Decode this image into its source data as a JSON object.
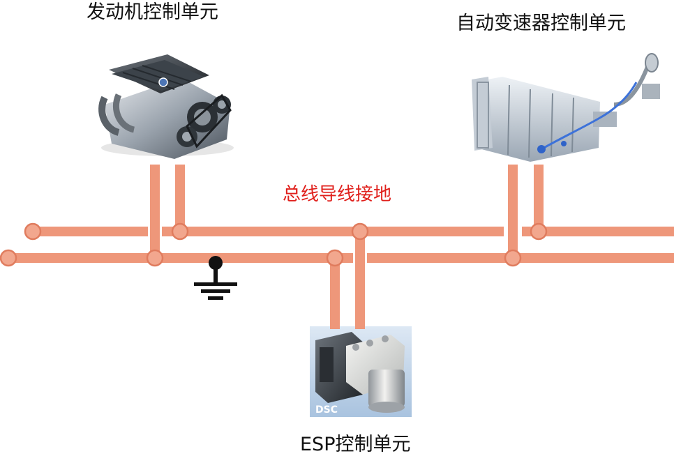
{
  "labels": {
    "engine": "发动机控制单元",
    "transmission": "自动变速器控制单元",
    "esp": "ESP控制单元",
    "bus_ground": "总线导线接地",
    "dsc_badge": "DSC"
  },
  "colors": {
    "bus_line": "#ee977a",
    "junction_stroke": "#e07c5e",
    "ground_symbol": "#111111",
    "bus_ground_text": "#e0201c",
    "dsc_badge_bg": "#3a72b8"
  }
}
